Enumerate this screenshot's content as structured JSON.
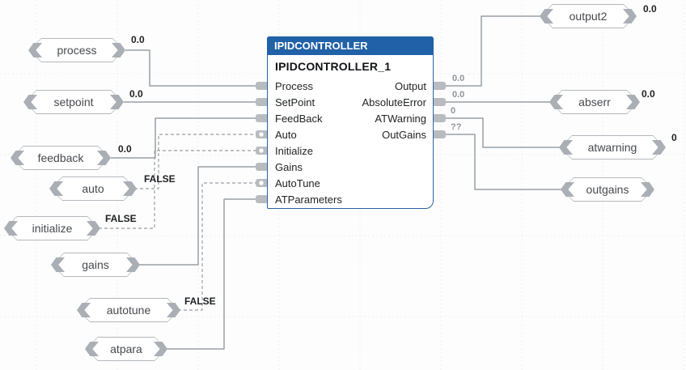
{
  "block": {
    "header": "IPIDCONTROLLER",
    "name": "IPIDCONTROLLER_1",
    "header_color": "#2061a7",
    "inputs": [
      {
        "label": "Process",
        "bool": false
      },
      {
        "label": "SetPoint",
        "bool": false
      },
      {
        "label": "FeedBack",
        "bool": false
      },
      {
        "label": "Auto",
        "bool": true
      },
      {
        "label": "Initialize",
        "bool": true
      },
      {
        "label": "Gains",
        "bool": false
      },
      {
        "label": "AutoTune",
        "bool": true
      },
      {
        "label": "ATParameters",
        "bool": false
      }
    ],
    "outputs": [
      {
        "label": "Output",
        "value": "0.0"
      },
      {
        "label": "AbsoluteError",
        "value": "0.0"
      },
      {
        "label": "ATWarning",
        "value": "0"
      },
      {
        "label": "OutGains",
        "value": "??"
      }
    ]
  },
  "tags": {
    "left": [
      {
        "label": "process",
        "value": "0.0"
      },
      {
        "label": "setpoint",
        "value": "0.0"
      },
      {
        "label": "feedback",
        "value": "0.0"
      },
      {
        "label": "auto",
        "value": "FALSE"
      },
      {
        "label": "initialize",
        "value": "FALSE"
      },
      {
        "label": "gains",
        "value": ""
      },
      {
        "label": "autotune",
        "value": "FALSE"
      },
      {
        "label": "atpara",
        "value": ""
      }
    ],
    "right": [
      {
        "label": "output2",
        "value": "0.0"
      },
      {
        "label": "abserr",
        "value": "0.0"
      },
      {
        "label": "atwarning",
        "value": "0"
      },
      {
        "label": "outgains",
        "value": ""
      }
    ]
  },
  "colors": {
    "wire": "#9aa0a6",
    "wire_dashed": "#a8adb3",
    "pin": "#b8bcc1",
    "grid": "#edebea"
  }
}
